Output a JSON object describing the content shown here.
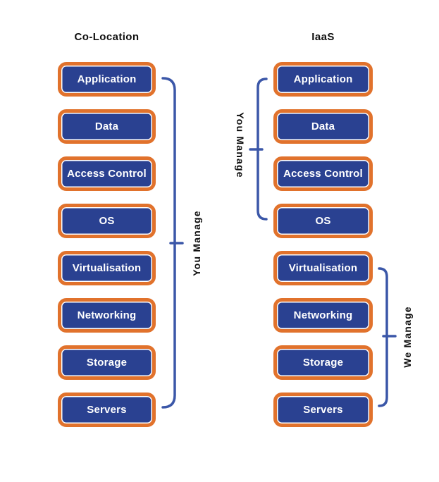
{
  "diagram": {
    "columns": [
      {
        "title": "Co-Location",
        "layers": [
          "Application",
          "Data",
          "Access Control",
          "OS",
          "Virtualisation",
          "Networking",
          "Storage",
          "Servers"
        ],
        "brackets": [
          {
            "label": "You Manage",
            "side": "right",
            "from": "Application",
            "to": "Servers"
          }
        ]
      },
      {
        "title": "IaaS",
        "layers": [
          "Application",
          "Data",
          "Access Control",
          "OS",
          "Virtualisation",
          "Networking",
          "Storage",
          "Servers"
        ],
        "brackets": [
          {
            "label": "You Manage",
            "side": "left",
            "from": "Application",
            "to": "OS"
          },
          {
            "label": "We Manage",
            "side": "right",
            "from": "Virtualisation",
            "to": "Servers"
          }
        ]
      }
    ],
    "colors": {
      "box_fill": "#2a4191",
      "box_border": "#e1722c",
      "box_text": "#ffffff",
      "bracket_line": "#3b57a8",
      "label_text": "#0f0f0f",
      "background": "#ffffff"
    }
  }
}
